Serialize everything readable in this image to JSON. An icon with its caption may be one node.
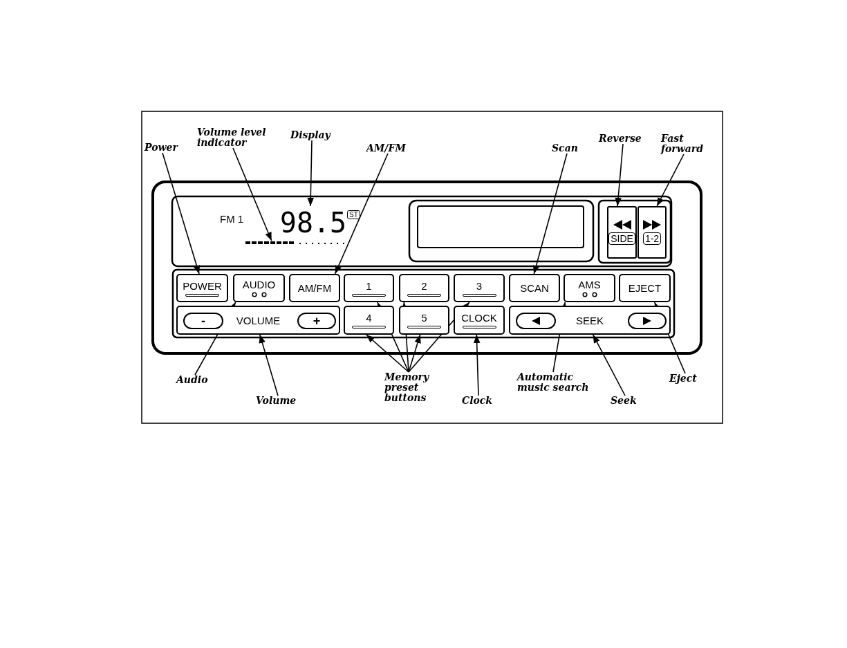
{
  "diagram": {
    "nodes": [
      {
        "text": [
          "Power"
        ]
      },
      {
        "text": [
          "Volume level indicator"
        ]
      },
      {
        "text": [
          "Display"
        ]
      },
      {
        "text": [
          "AM/FM"
        ]
      },
      {
        "text": [
          "Scan"
        ]
      },
      {
        "text": [
          "Reverse"
        ]
      },
      {
        "text": [
          "Fast forward"
        ]
      },
      {
        "text": [
          "98.5"
        ]
      },
      {
        "text": [],
        "shape": "bar"
      },
      {
        "text": [
          "SIDE"
        ]
      },
      {
        "text": [
          "1-2"
        ]
      },
      {
        "text": [
          "POWER"
        ]
      },
      {
        "text": [
          "AUDIO"
        ]
      },
      {
        "text": [
          "AM/FM"
        ]
      },
      {
        "text": [
          "1"
        ]
      },
      {
        "text": [
          "2"
        ]
      },
      {
        "text": [
          "3"
        ]
      },
      {
        "text": [
          "SCAN"
        ]
      },
      {
        "text": [
          "AMS"
        ]
      },
      {
        "text": [
          "EJECT"
        ]
      },
      {
        "text": [
          "VOLUME"
        ]
      },
      {
        "text": [
          "4"
        ]
      },
      {
        "text": [
          "5"
        ]
      },
      {
        "text": [
          "CLOCK"
        ]
      },
      {
        "text": [
          "SEEK"
        ]
      },
      {
        "text": [
          "Audio"
        ]
      },
      {
        "text": [
          "Volume"
        ]
      },
      {
        "text": [
          "Memory preset buttons"
        ]
      },
      {
        "text": [
          "Clock"
        ]
      },
      {
        "text": [
          "Automatic music search"
        ]
      },
      {
        "text": [
          "Seek"
        ]
      },
      {
        "text": [
          "Eject"
        ]
      }
    ],
    "edges": [
      {
        "from": 0,
        "to": 11,
        "arrow": "to"
      },
      {
        "from": 1,
        "to": 8,
        "arrow": "to"
      },
      {
        "from": 2,
        "to": 7,
        "arrow": "to"
      },
      {
        "from": 3,
        "to": 13,
        "arrow": "to"
      },
      {
        "from": 4,
        "to": 17,
        "arrow": "to"
      },
      {
        "from": 5,
        "to": 9,
        "arrow": "to"
      },
      {
        "from": 6,
        "to": 10,
        "arrow": "to"
      },
      {
        "from": 25,
        "to": 12,
        "arrow": "to"
      },
      {
        "from": 26,
        "to": 20,
        "arrow": "to"
      },
      {
        "from": 27,
        "to": 21,
        "arrow": "to"
      },
      {
        "from": 27,
        "to": 14,
        "arrow": "to"
      },
      {
        "from": 27,
        "to": 22,
        "arrow": "to"
      },
      {
        "from": 27,
        "to": 15,
        "arrow": "to"
      },
      {
        "from": 27,
        "to": 16,
        "arrow": "to"
      },
      {
        "from": 28,
        "to": 23,
        "arrow": "to"
      },
      {
        "from": 29,
        "to": 18,
        "arrow": "to"
      },
      {
        "from": 30,
        "to": 24,
        "arrow": "to"
      },
      {
        "from": 31,
        "to": 19,
        "arrow": "to"
      }
    ],
    "labels": [
      "FM 1",
      "ST",
      "-",
      "+"
    ]
  }
}
